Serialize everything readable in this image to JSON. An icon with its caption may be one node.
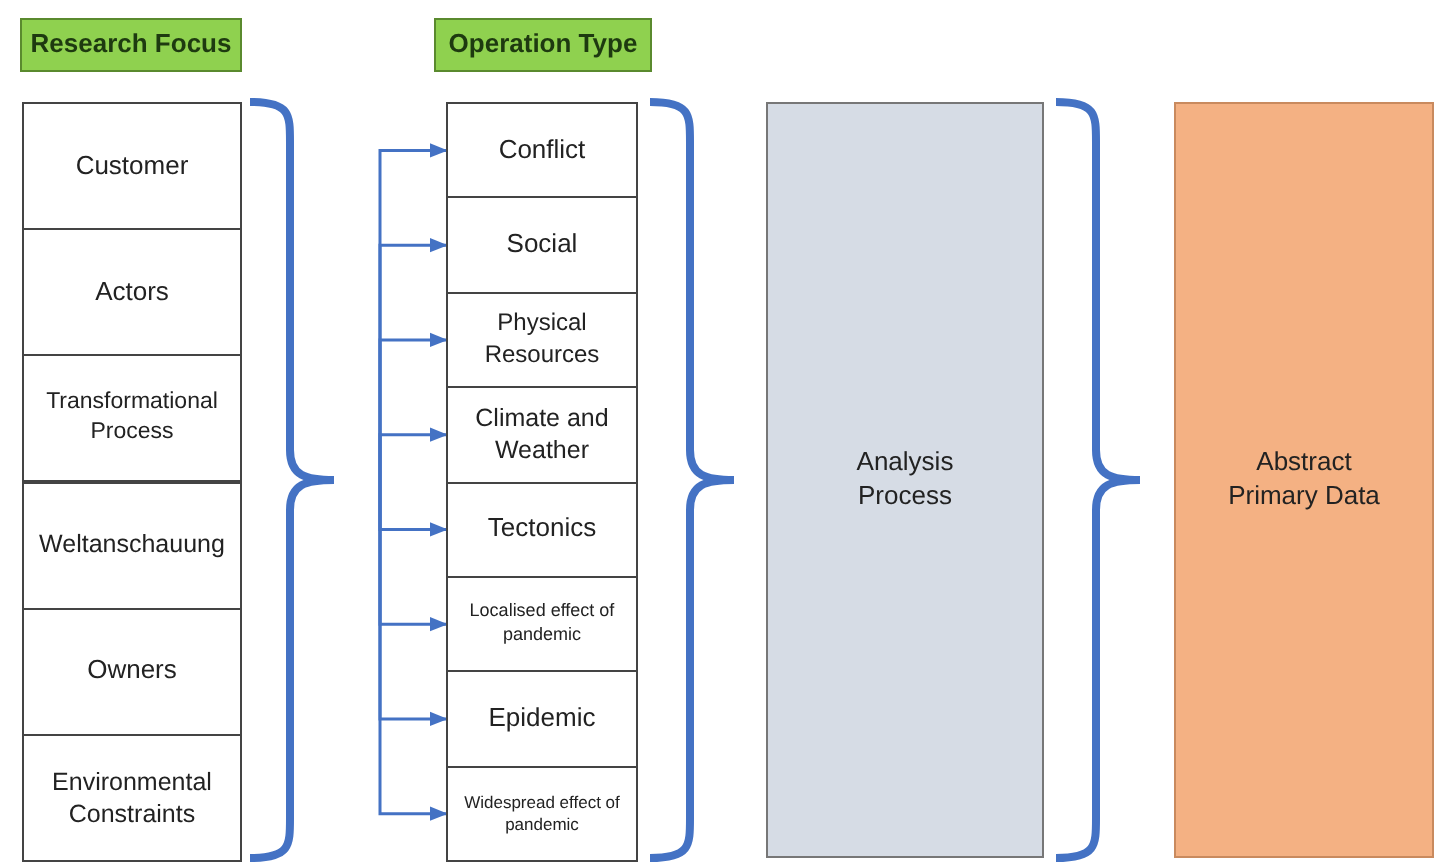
{
  "diagram": {
    "nodes": [
      {
        "text": [
          "Research Focus"
        ]
      },
      {
        "text": [
          "Operation Type"
        ]
      },
      {
        "text": [
          "Customer"
        ]
      },
      {
        "text": [
          "Actors"
        ]
      },
      {
        "text": [
          "Transformational Process"
        ]
      },
      {
        "text": [
          "Weltanschauung"
        ]
      },
      {
        "text": [
          "Owners"
        ]
      },
      {
        "text": [
          "Environmental Constraints"
        ]
      },
      {
        "text": [
          "Conflict"
        ]
      },
      {
        "text": [
          "Social"
        ]
      },
      {
        "text": [
          "Physical Resources"
        ]
      },
      {
        "text": [
          "Climate and Weather"
        ]
      },
      {
        "text": [
          "Tectonics"
        ]
      },
      {
        "text": [
          "Localised effect of pandemic"
        ]
      },
      {
        "text": [
          "Epidemic"
        ]
      },
      {
        "text": [
          "Widespread effect of pandemic"
        ]
      },
      {
        "text": [
          "Analysis Process"
        ]
      },
      {
        "text": [
          "Abstract Primary Data"
        ]
      }
    ],
    "edges": [
      {
        "from": null,
        "to": 8,
        "arrow": "to"
      },
      {
        "from": null,
        "to": 9,
        "arrow": "to"
      },
      {
        "from": null,
        "to": 10,
        "arrow": "to"
      },
      {
        "from": null,
        "to": 11,
        "arrow": "to"
      },
      {
        "from": null,
        "to": 12,
        "arrow": "to"
      },
      {
        "from": null,
        "to": 13,
        "arrow": "to"
      },
      {
        "from": null,
        "to": 14,
        "arrow": "to"
      },
      {
        "from": null,
        "to": 15,
        "arrow": "to"
      }
    ]
  }
}
